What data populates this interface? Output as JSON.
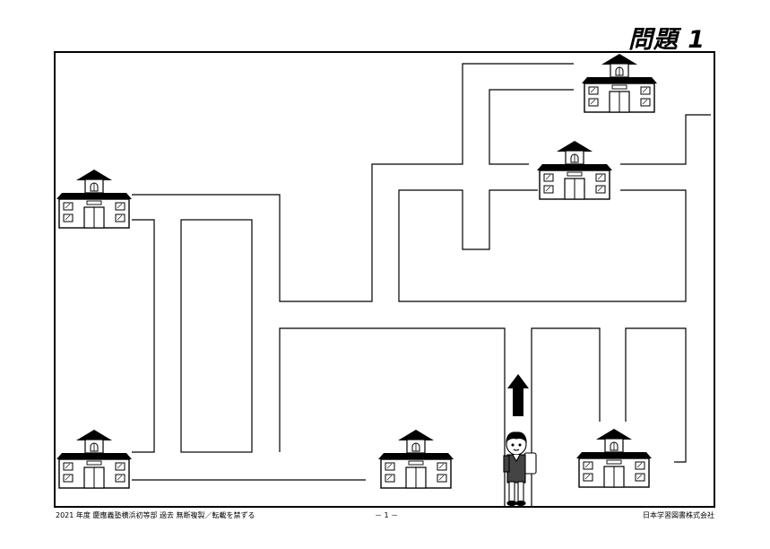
{
  "title": "問題 1",
  "footer": {
    "left": "2021 年度  慶應義塾横浜初等部   過去   無断複製／転載を禁ずる",
    "center": "－ 1 －",
    "right": "日本学習図書株式会社"
  }
}
